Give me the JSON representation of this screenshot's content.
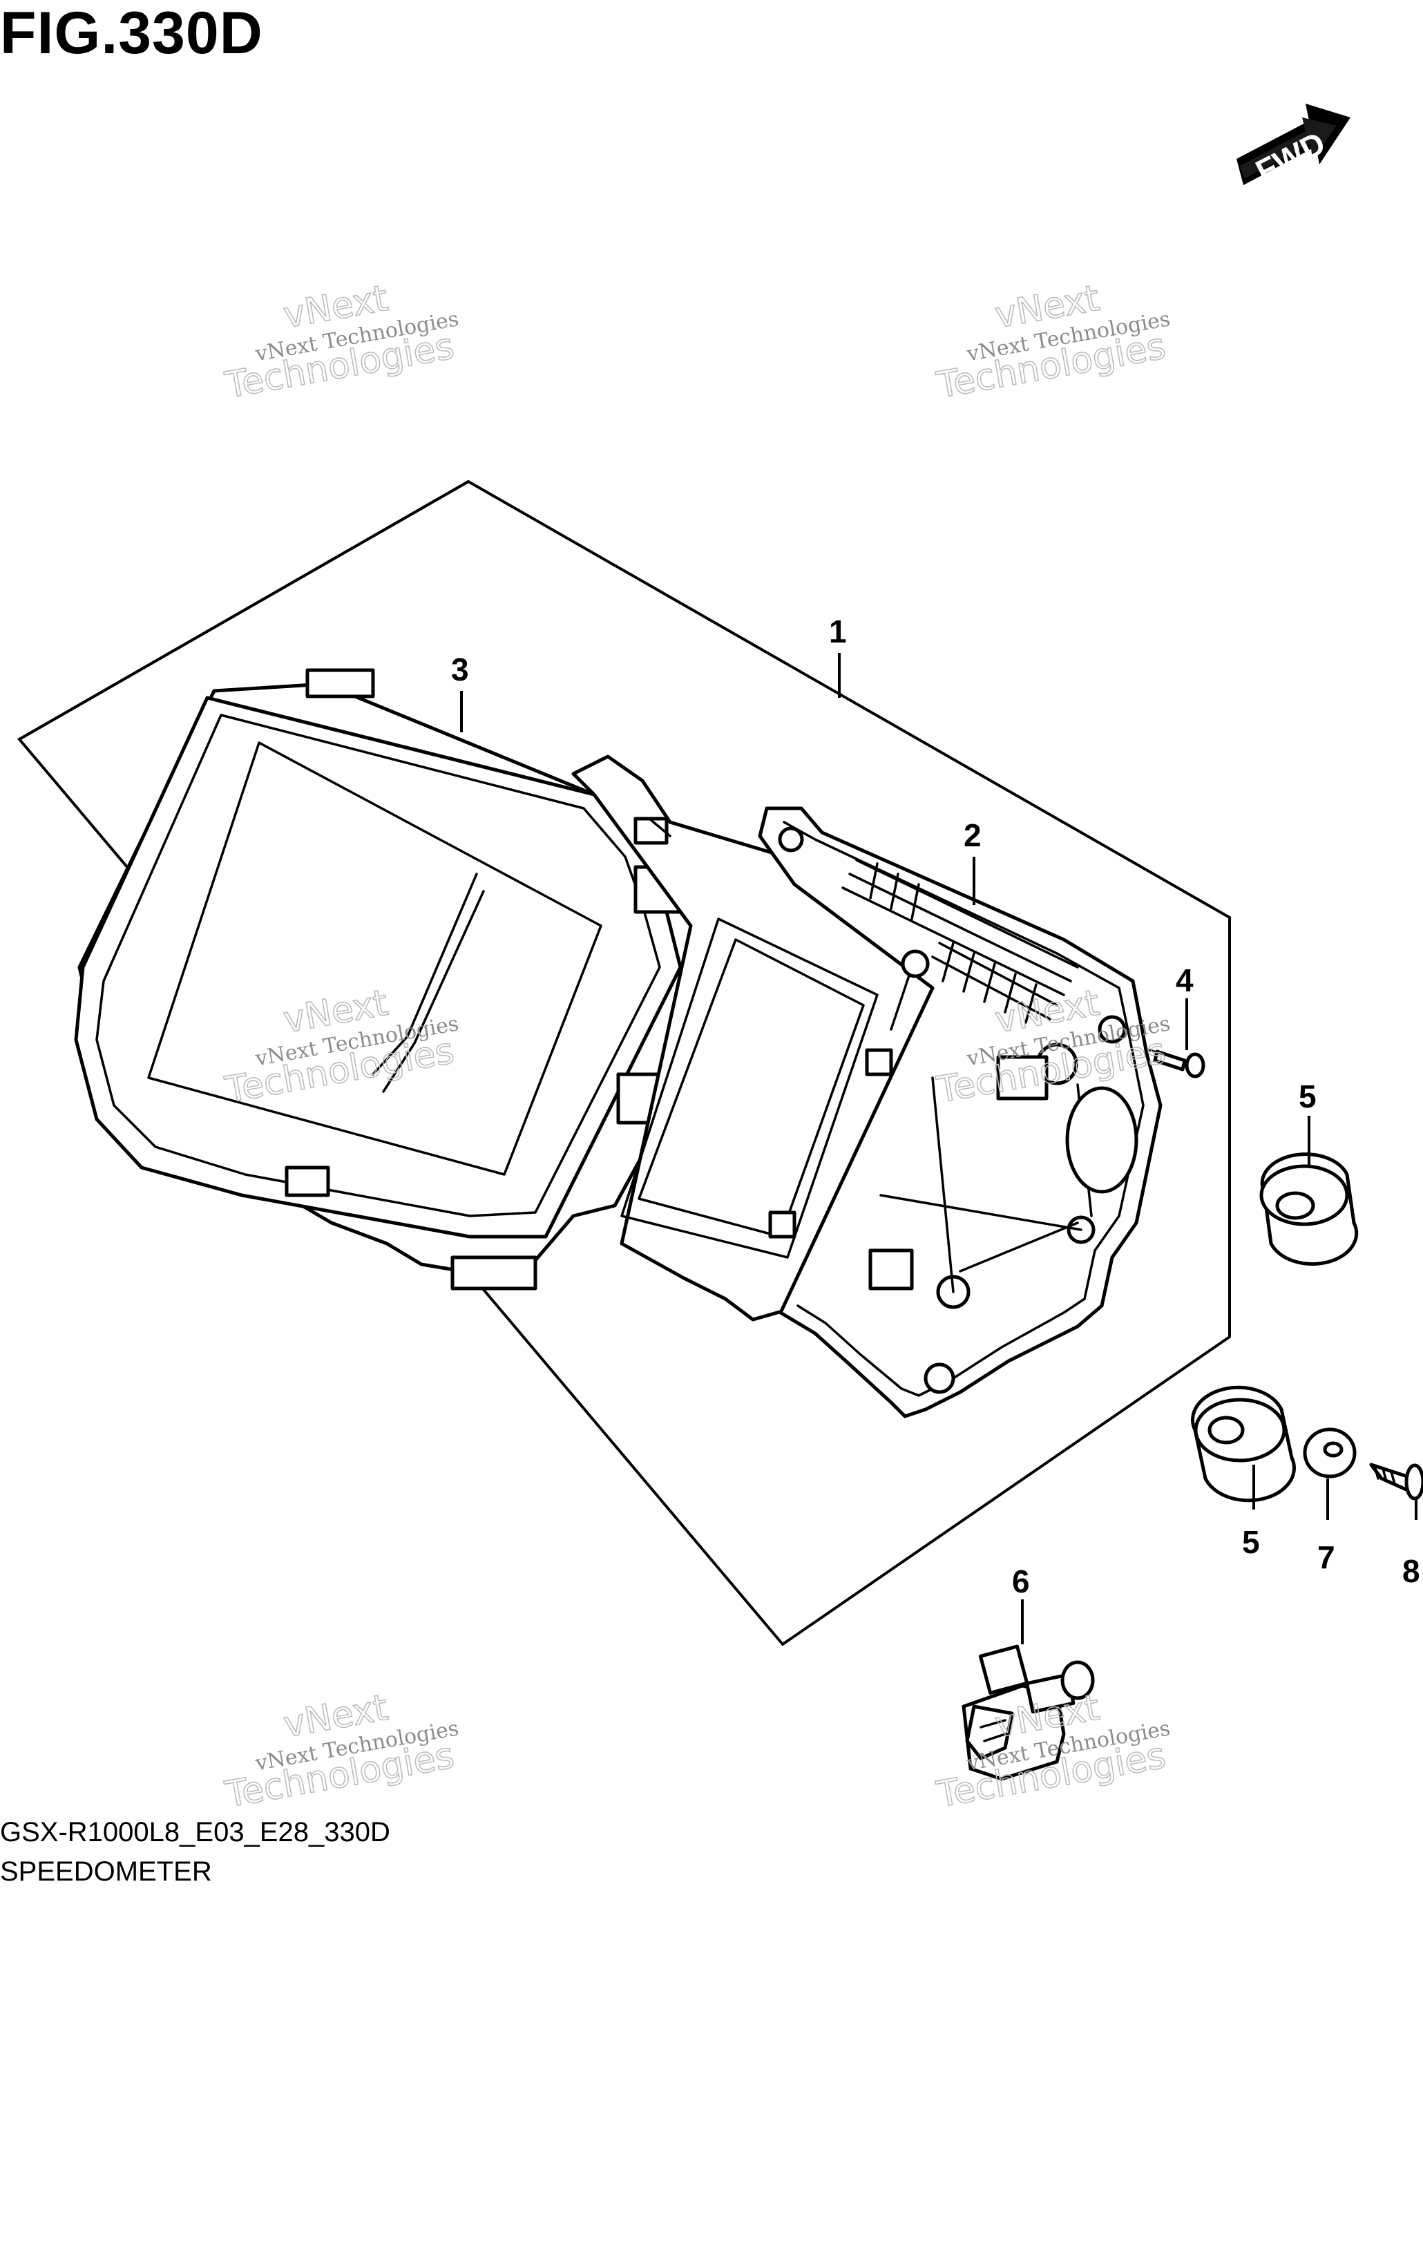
{
  "figure": {
    "title": "FIG.330D",
    "model_code": "GSX-R1000L8_E03_E28_330D",
    "section_name": "SPEEDOMETER"
  },
  "direction_badge": {
    "label": "FWD",
    "icon": "fwd-arrow-icon"
  },
  "callouts": [
    "1",
    "2",
    "3",
    "4",
    "5",
    "5",
    "6",
    "7",
    "8"
  ],
  "watermark": {
    "line1": "vNext Technologies",
    "line2": "vNext",
    "line3": "Technologies"
  },
  "colors": {
    "ink": "#000000",
    "background": "#ffffff",
    "watermark": "#9a9a9a"
  }
}
